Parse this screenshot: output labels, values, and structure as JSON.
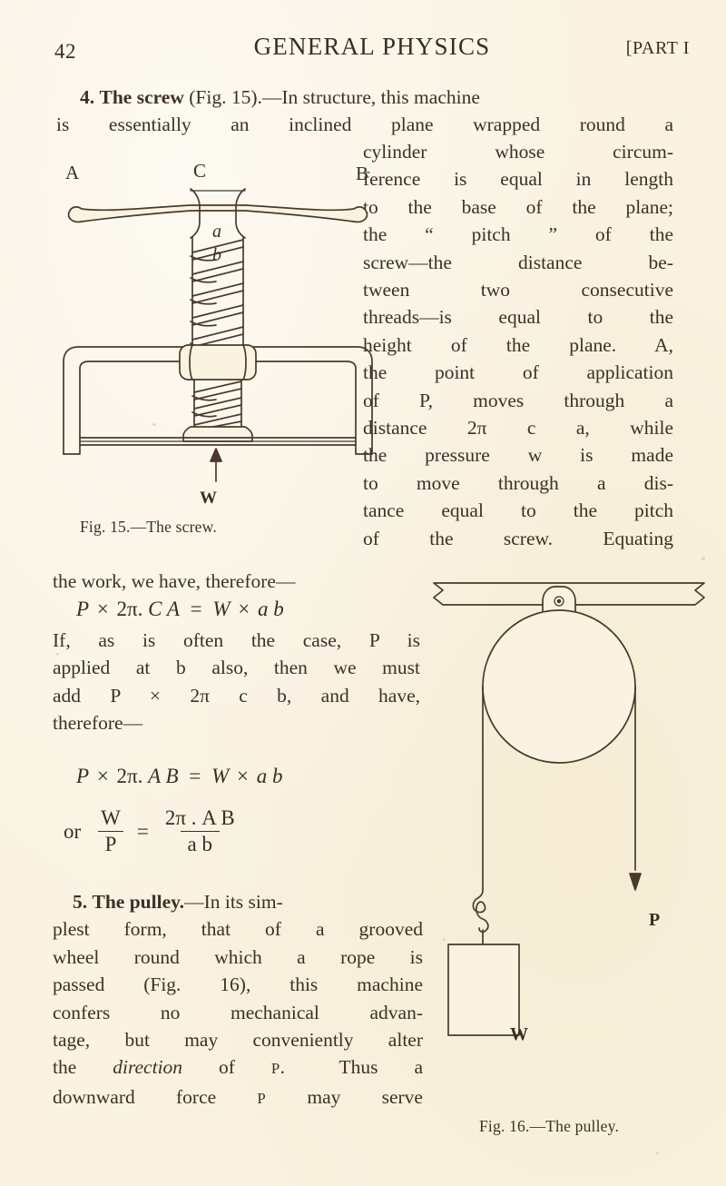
{
  "page": {
    "folio": "42",
    "running_head": "GENERAL PHYSICS",
    "part_label": "[PART I",
    "paper_color": "#faf3e2",
    "ink_color": "#3d3025"
  },
  "opening": {
    "section_number": "4.",
    "section_title": "The screw",
    "fig_ref": "(Fig. 15).—In structure, this machine",
    "line2": "is essentially an inclined plane wrapped round a"
  },
  "right_column": {
    "lines": [
      "cylinder whose circum-",
      "ference is equal in length",
      "to the base of the plane;",
      "the “ pitch ” of the",
      "screw—the distance be-",
      "tween two consecutive",
      "threads—is equal to the",
      "height of the plane.  A,",
      "the point of application",
      "of P, moves through a",
      "distance 2π c a, while",
      "the pressure w is made",
      "to move through a dis-",
      "tance equal to the pitch",
      "of the screw.  Equating"
    ]
  },
  "left_column": {
    "lines": [
      "the work, we have, therefore—",
      "If, as is often the case, P is",
      "applied at b also, then we must",
      "add  P × 2π c b,  and  have,",
      "therefore—"
    ],
    "pulley_lines": [
      "5. The pulley.—In its sim-",
      "plest form, that of a grooved",
      "wheel round which a rope is",
      "passed (Fig. 16), this machine",
      "confers no mechanical advan-",
      "tage, but may conveniently alter",
      "the direction of p.  Thus a",
      "downward force p may serve"
    ],
    "pulley_heading_number": "5.",
    "pulley_heading_title": "The pulley."
  },
  "equations": {
    "eq1": {
      "full": "P × 2π . C A = W × a b",
      "lhs_var1": "P",
      "mul1": "×",
      "coef": "2π",
      "dot": ".",
      "seg1": "C A",
      "eqsign": "=",
      "rhs_var": "W",
      "mul2": "×",
      "seg2": "a b"
    },
    "eq2": {
      "full": "P × 2π . A B = W × a b",
      "lhs_var1": "P",
      "mul1": "×",
      "coef": "2π",
      "dot": ".",
      "seg1": "A B",
      "eqsign": "=",
      "rhs_var": "W",
      "mul2": "×",
      "seg2": "a b"
    },
    "eq3": {
      "or": "or",
      "numerator_left": "W",
      "denominator_left": "P",
      "eqsign": "=",
      "numerator_right": "2π . A B",
      "denominator_right": "a b"
    }
  },
  "figures": [
    {
      "id": "fig15",
      "caption": "Fig. 15.—The screw.",
      "labels": {
        "A": "A",
        "B": "B",
        "C": "C",
        "a": "a",
        "b": "b",
        "W": "W"
      },
      "description": "screw-press"
    },
    {
      "id": "fig16",
      "caption": "Fig. 16.—The pulley.",
      "labels": {
        "P": "P",
        "W": "W"
      },
      "description": "fixed-pulley-with-weight"
    }
  ]
}
